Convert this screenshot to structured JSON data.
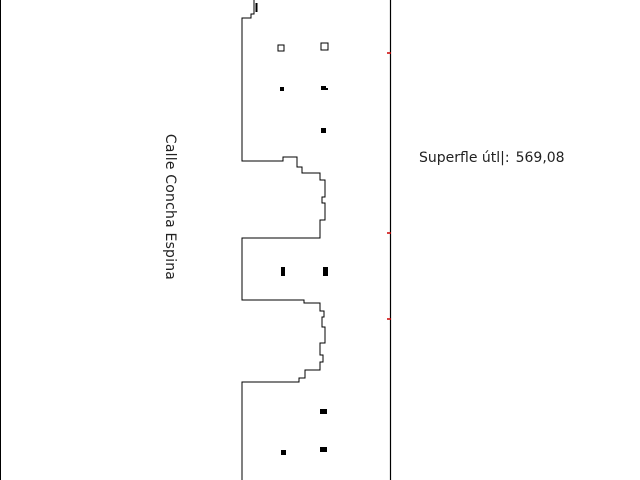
{
  "plan": {
    "street_label": "Calle Concha Espina",
    "area_label": "Superfle útl|:",
    "area_value": "569,08",
    "colors": {
      "line": "#000000",
      "marker": "#cc0000",
      "text": "#222222"
    }
  }
}
